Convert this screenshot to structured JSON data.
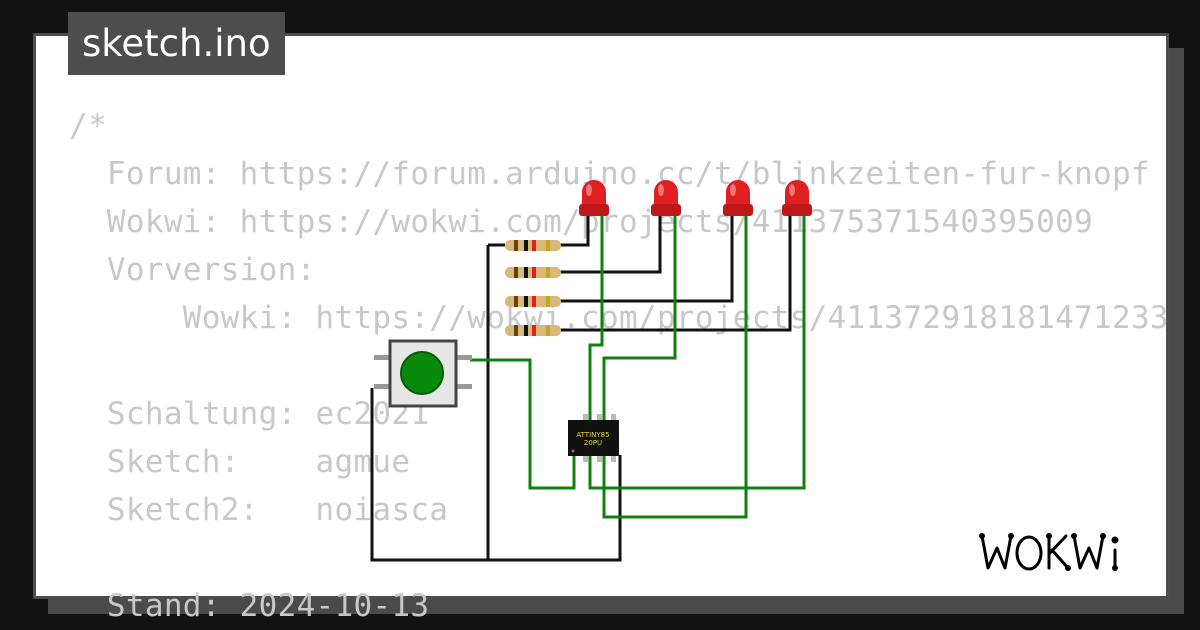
{
  "tab": {
    "title": "sketch.ino"
  },
  "code": {
    "lines": [
      "/*",
      "  Forum: https://forum.arduino.cc/t/blinkzeiten-fur-knopf",
      "  Wokwi: https://wokwi.com/projects/411375371540395009",
      "  Vorversion:",
      "      Wowki: https://wokwi.com/projects/411372918181471233",
      "",
      "  Schaltung: ec2021",
      "  Sketch:    agmue",
      "  Sketch2:   noiasca",
      "",
      "  Stand: 2024-10-13"
    ]
  },
  "circuit": {
    "chip": {
      "label_line1": "ATTINY85",
      "label_line2": "20PU"
    },
    "led_color": "#e02020",
    "button_color": "#0a8a0a",
    "wire_green": "#108010",
    "wire_black": "#111111"
  },
  "logo": {
    "text": "WOKWi"
  },
  "colors": {
    "background": "#121212",
    "tab": "#4d4d4d",
    "code_text": "#c8c8c8"
  }
}
